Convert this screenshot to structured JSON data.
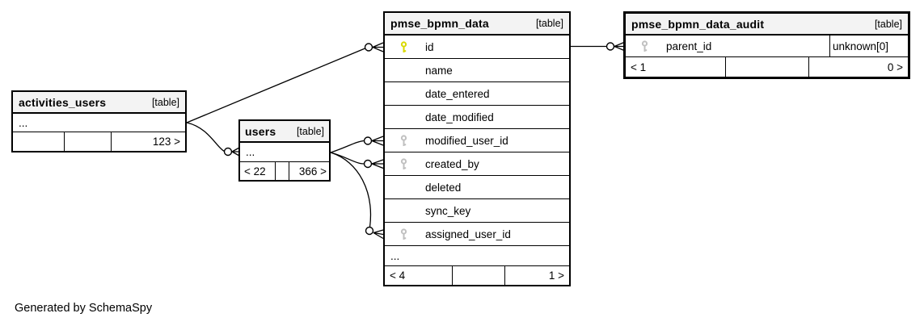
{
  "page": {
    "footer_note": "Generated by SchemaSpy"
  },
  "diagram": {
    "colors": {
      "primary_key": "#d9d900",
      "foreign_key": "#c0c0c0",
      "header_bg": "#f3f3f3",
      "border": "#000000",
      "line": "#000000"
    },
    "icons": {
      "primary_key": "key-icon",
      "foreign_key": "key-icon",
      "cardinality_end": "circle-crowfoot-connector"
    },
    "tables": [
      {
        "name": "activities_users",
        "type_label": "[table]",
        "ellipsis": "...",
        "stats": {
          "left": "",
          "mid": "",
          "right": "123 >"
        }
      },
      {
        "name": "users",
        "type_label": "[table]",
        "ellipsis": "...",
        "stats": {
          "left": "< 22",
          "mid": "",
          "right": "366 >"
        }
      },
      {
        "name": "pmse_bpmn_data",
        "type_label": "[table]",
        "ellipsis": "...",
        "columns": [
          {
            "name": "id",
            "key": "primary"
          },
          {
            "name": "name",
            "key": "none"
          },
          {
            "name": "date_entered",
            "key": "none"
          },
          {
            "name": "date_modified",
            "key": "none"
          },
          {
            "name": "modified_user_id",
            "key": "foreign"
          },
          {
            "name": "created_by",
            "key": "foreign"
          },
          {
            "name": "deleted",
            "key": "none"
          },
          {
            "name": "sync_key",
            "key": "none"
          },
          {
            "name": "assigned_user_id",
            "key": "foreign"
          }
        ],
        "stats": {
          "left": "< 4",
          "mid": "",
          "right": "1 >"
        }
      },
      {
        "name": "pmse_bpmn_data_audit",
        "type_label": "[table]",
        "columns": [
          {
            "name": "parent_id",
            "key": "foreign",
            "note": "unknown[0]"
          }
        ],
        "stats": {
          "left": "< 1",
          "mid": "",
          "right": "0 >"
        }
      }
    ]
  }
}
